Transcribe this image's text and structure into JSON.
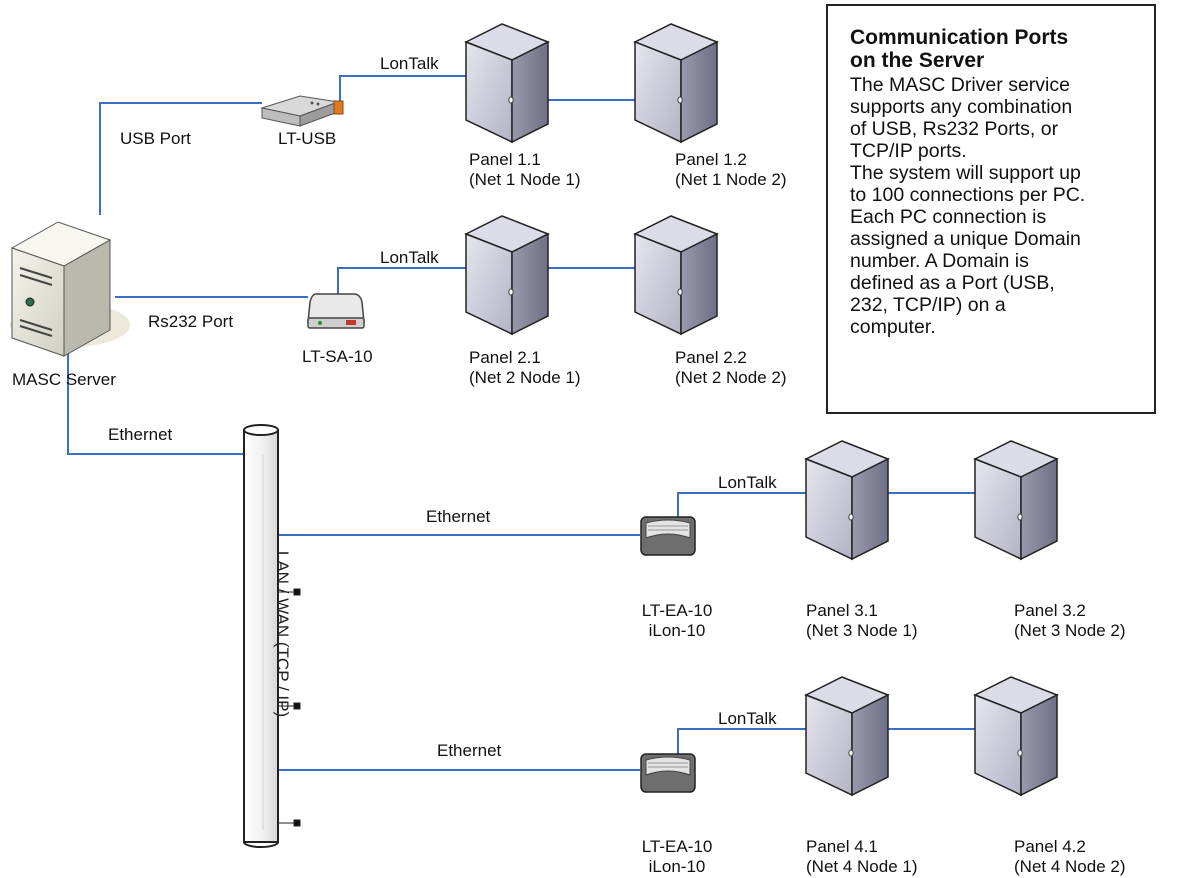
{
  "server": {
    "label": "MASC Server"
  },
  "ports": {
    "usb": "USB Port",
    "rs232": "Rs232 Port",
    "ethernet": "Ethernet"
  },
  "devices": {
    "lt_usb": "LT-USB",
    "lt_sa10": "LT-SA-10",
    "lt_ea10_a": [
      "LT-EA-10",
      "iLon-10"
    ],
    "lt_ea10_b": [
      "LT-EA-10",
      "iLon-10"
    ]
  },
  "links": {
    "lontalk": "LonTalk",
    "ethernet": "Ethernet"
  },
  "backbone": {
    "label": "LAN / WAN (TCP / IP)"
  },
  "panels": [
    {
      "name": "Panel 1.1",
      "node": "(Net 1 Node 1)"
    },
    {
      "name": "Panel 1.2",
      "node": "(Net 1 Node 2)"
    },
    {
      "name": "Panel 2.1",
      "node": "(Net 2 Node 1)"
    },
    {
      "name": "Panel 2.2",
      "node": "(Net 2 Node 2)"
    },
    {
      "name": "Panel 3.1",
      "node": "(Net 3 Node 1)"
    },
    {
      "name": "Panel 3.2",
      "node": "(Net 3 Node 2)"
    },
    {
      "name": "Panel 4.1",
      "node": "(Net 4 Node 1)"
    },
    {
      "name": "Panel 4.2",
      "node": "(Net 4 Node 2)"
    }
  ],
  "info": {
    "title_lines": [
      "Communication Ports",
      "on the Server"
    ],
    "body_lines": [
      "The MASC Driver service",
      "supports any combination",
      "of USB, Rs232 Ports, or",
      "TCP/IP ports.",
      "The system will support up",
      "to 100 connections per PC.",
      "Each PC connection is",
      "assigned a unique Domain",
      "number. A Domain is",
      "defined as a Port (USB,",
      "232, TCP/IP) on a",
      "computer."
    ]
  },
  "colors": {
    "link": "#3a6fc4",
    "panel_front": "#c9c9d6",
    "panel_side": "#8f8fa3",
    "border": "#222222"
  }
}
